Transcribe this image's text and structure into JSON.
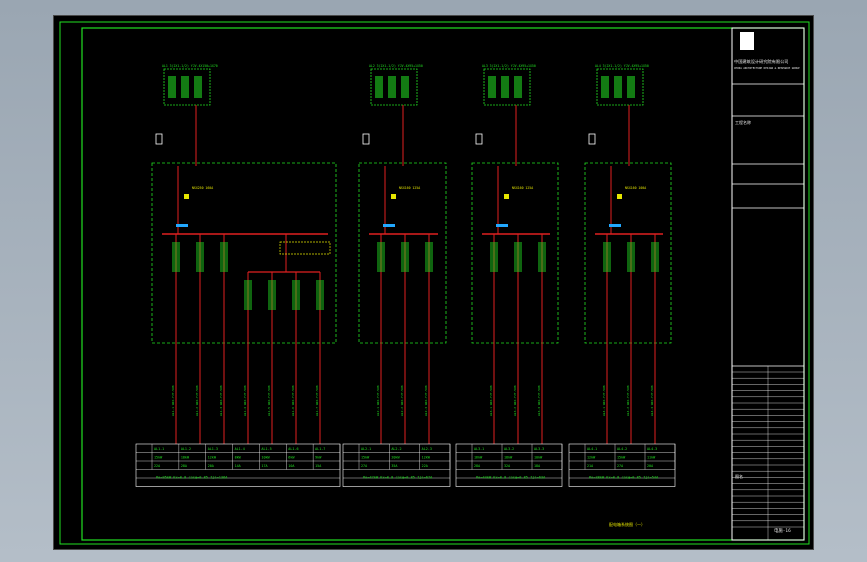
{
  "title_block": {
    "company_cn": "中国建筑设计研究院有限公司",
    "company_en": "CHINA ARCHITECTURE DESIGN & RESEARCH GROUP",
    "project_label": "工程名称",
    "drawing_label": "图名",
    "drawing_no": "电施-16"
  },
  "note": "配电箱系统图（一）",
  "cabinets": [
    {
      "id": "cab-1",
      "top_label": "AL1 3(2X1-1/2) YJV-4X150+1X70",
      "main_breaker": "NSX250 160A",
      "outgoing": [
        "AL1-1",
        "AL1-2",
        "AL1-3",
        "AL1-4",
        "AL1-5",
        "AL1-6",
        "AL1-7"
      ],
      "schedule_rows": [
        [
          "AL1-1",
          "AL1-2",
          "AL1-3",
          "AL1-4",
          "AL1-5",
          "AL1-6",
          "AL1-7"
        ],
        [
          "15kW",
          "18kW",
          "12kW",
          "8kW",
          "10kW",
          "6kW",
          "9kW"
        ],
        [
          "22A",
          "28A",
          "20A",
          "14A",
          "17A",
          "10A",
          "15A"
        ]
      ],
      "summary": "Pe=95kW Kx=0.8 cosφ=0.85 Ijs=136A"
    },
    {
      "id": "cab-2",
      "top_label": "AL2 3(2X1-1/2) YJV-4X95+1X50",
      "main_breaker": "NSX160 125A",
      "outgoing": [
        "AL2-1",
        "AL2-2",
        "AL2-3"
      ],
      "schedule_rows": [
        [
          "AL2-1",
          "AL2-2",
          "AL2-3"
        ],
        [
          "15kW",
          "20kW",
          "12kW"
        ],
        [
          "27A",
          "35A",
          "22A"
        ]
      ],
      "summary": "Pe=47kW Kx=0.8 cosφ=0.85 Ijs=67A"
    },
    {
      "id": "cab-3",
      "top_label": "AL3 3(2X1-1/2) YJV-4X95+1X50",
      "main_breaker": "NSX160 125A",
      "outgoing": [
        "AL3-1",
        "AL3-2",
        "AL3-3"
      ],
      "schedule_rows": [
        [
          "AL3-1",
          "AL3-2",
          "AL3-3"
        ],
        [
          "16kW",
          "18kW",
          "10kW"
        ],
        [
          "28A",
          "32A",
          "18A"
        ]
      ],
      "summary": "Pe=44kW Kx=0.8 cosφ=0.85 Ijs=63A"
    },
    {
      "id": "cab-4",
      "top_label": "AL4 3(2X1-1/2) YJV-4X95+1X50",
      "main_breaker": "NSX160 100A",
      "outgoing": [
        "AL4-1",
        "AL4-2",
        "AL4-3"
      ],
      "schedule_rows": [
        [
          "AL4-1",
          "AL4-2",
          "AL4-3"
        ],
        [
          "12kW",
          "15kW",
          "11kW"
        ],
        [
          "21A",
          "27A",
          "20A"
        ]
      ],
      "summary": "Pe=38kW Kx=0.8 cosφ=0.85 Ijs=54A"
    }
  ],
  "colors": {
    "background": "#000000",
    "frame": "#22e022",
    "busbar": "#e02020",
    "title_block": "#ffffff",
    "device": "#e6e600",
    "measure": "#22a8ff"
  }
}
